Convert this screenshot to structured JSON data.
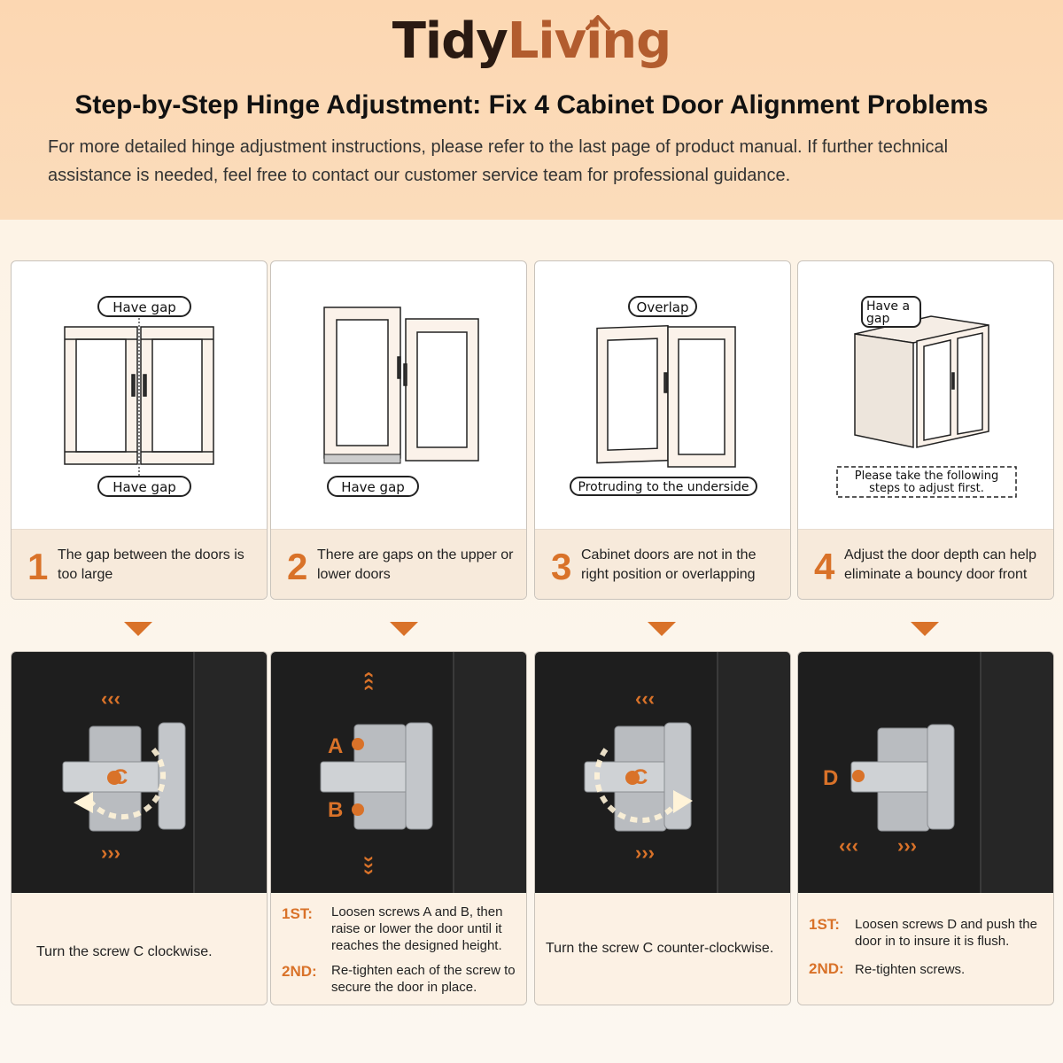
{
  "brand": {
    "part1": "Tidy",
    "part2": "Living",
    "color_dark": "#2a1a12",
    "color_accent": "#b25c2e"
  },
  "title": "Step-by-Step Hinge Adjustment: Fix 4 Cabinet Door Alignment Problems",
  "subtitle": "For more detailed hinge adjustment instructions, please refer to the last page of product manual. If further technical assistance is needed, feel free to contact our customer service team for professional guidance.",
  "accent_color": "#d97229",
  "problems": [
    {
      "number": "1",
      "description": "The gap between the doors is too large",
      "labels": [
        "Have gap",
        "Have gap"
      ]
    },
    {
      "number": "2",
      "description": "There are gaps on the upper or lower doors",
      "labels": [
        "Have gap"
      ]
    },
    {
      "number": "3",
      "description": "Cabinet doors are not in the right position or overlapping",
      "labels": [
        "Overlap",
        "Protruding to the underside"
      ]
    },
    {
      "number": "4",
      "description": "Adjust the door depth can help eliminate a bouncy door front",
      "labels": [
        "Have a",
        "gap",
        "Please take the following",
        "steps to adjust first."
      ]
    }
  ],
  "solutions": [
    {
      "screw_labels": [
        "C"
      ],
      "text": "Turn the screw C clockwise."
    },
    {
      "screw_labels": [
        "A",
        "B"
      ],
      "steps": [
        {
          "label": "1ST:",
          "text": "Loosen screws A and B, then raise or lower the door until it reaches the designed height."
        },
        {
          "label": "2ND:",
          "text": "Re-tighten each of the screw to secure the door in place."
        }
      ]
    },
    {
      "screw_labels": [
        "C"
      ],
      "text": "Turn the screw C counter-clockwise."
    },
    {
      "screw_labels": [
        "D"
      ],
      "steps": [
        {
          "label": "1ST:",
          "text": "Loosen screws D and push the door in to insure it is flush."
        },
        {
          "label": "2ND:",
          "text": "Re-tighten screws."
        }
      ]
    }
  ]
}
